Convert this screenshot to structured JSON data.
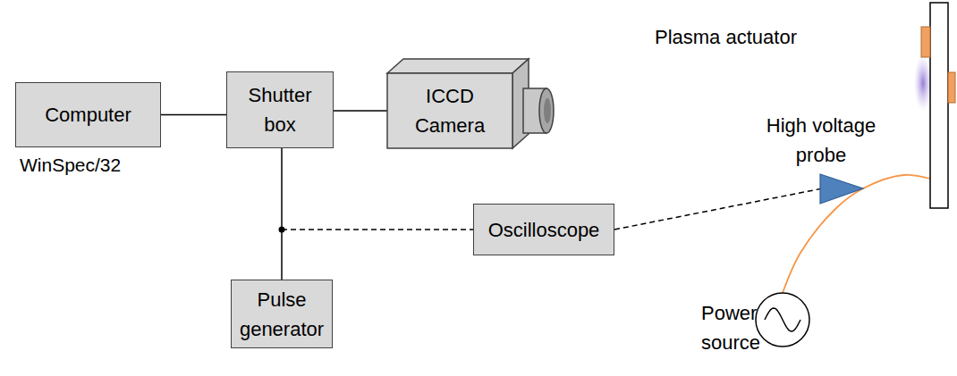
{
  "diagram": {
    "nodes": [
      {
        "text": [
          "Computer"
        ]
      },
      {
        "text": [
          "Shutter box"
        ]
      },
      {
        "text": [
          "ICCD Camera"
        ]
      },
      {
        "text": [
          "Plasma actuator"
        ]
      },
      {
        "text": [
          "High voltage probe"
        ]
      },
      {
        "text": [
          "Oscilloscope"
        ]
      },
      {
        "text": [
          "Pulse generator"
        ]
      },
      {
        "text": [
          "Power source"
        ]
      }
    ],
    "edges": [
      {
        "from": 0,
        "to": 1,
        "arrow": "none"
      },
      {
        "from": 1,
        "to": 2,
        "arrow": "none"
      },
      {
        "from": 1,
        "to": 6,
        "arrow": "none"
      },
      {
        "from": 5,
        "to": 4,
        "arrow": "none"
      },
      {
        "from": 7,
        "to": 3,
        "arrow": "none"
      }
    ],
    "labels": [
      "WinSpec/32"
    ]
  }
}
